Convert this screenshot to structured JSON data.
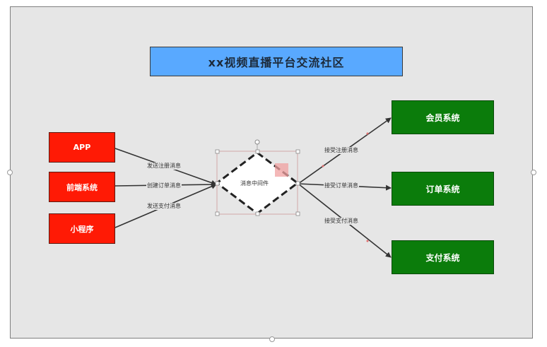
{
  "title": "xx视频直播平台交流社区",
  "sources": [
    {
      "id": "app",
      "label": "APP"
    },
    {
      "id": "frontend",
      "label": "前端系统"
    },
    {
      "id": "miniprogram",
      "label": "小程序"
    }
  ],
  "middleware": {
    "label": "消息中间件"
  },
  "targets": [
    {
      "id": "member",
      "label": "会员系统"
    },
    {
      "id": "order",
      "label": "订单系统"
    },
    {
      "id": "payment",
      "label": "支付系统"
    }
  ],
  "edges_in": [
    {
      "from": "app",
      "label": "发送注册消息"
    },
    {
      "from": "frontend",
      "label": "创建订单消息"
    },
    {
      "from": "miniprogram",
      "label": "发送支付消息"
    }
  ],
  "edges_out": [
    {
      "to": "member",
      "label": "接受注册消息"
    },
    {
      "to": "order",
      "label": "接受订单消息"
    },
    {
      "to": "payment",
      "label": "接受支付消息"
    }
  ],
  "colors": {
    "title_fill": "#59a9ff",
    "source_fill": "#ff1a05",
    "target_fill": "#0b7c0b",
    "canvas_bg": "#e6e6e6"
  }
}
